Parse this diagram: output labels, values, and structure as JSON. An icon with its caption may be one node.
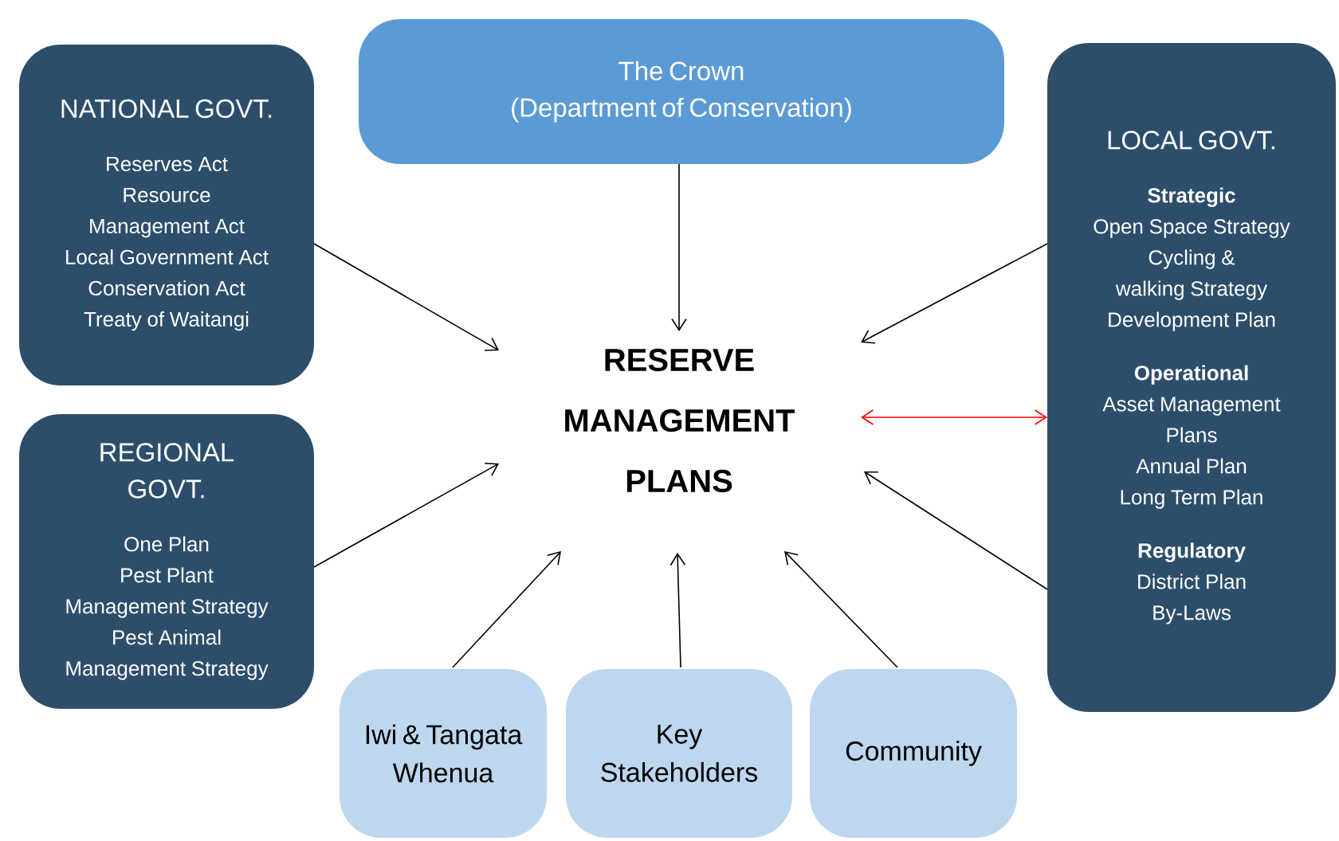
{
  "diagram": {
    "nodes": [
      {
        "text": [
          "NATIONAL GOVT.",
          "Reserves Act",
          "Resource Management Act",
          "Local Government Act",
          "Conservation Act",
          "Treaty of Waitangi"
        ]
      },
      {
        "text": [
          "The Crown",
          "(Department of Conservation)"
        ]
      },
      {
        "text": [
          "LOCAL GOVT.",
          "Strategic",
          "Open Space Strategy",
          "Cycling & walking Strategy",
          "Development Plan",
          "Operational",
          "Asset Management Plans",
          "Annual Plan",
          "Long Term Plan",
          "Regulatory",
          "District Plan",
          "By-Laws"
        ]
      },
      {
        "text": [
          "RESERVE MANAGEMENT PLANS"
        ]
      },
      {
        "text": [
          "REGIONAL GOVT.",
          "One Plan",
          "Pest Plant Management Strategy",
          "Pest Animal Management Strategy"
        ]
      },
      {
        "text": [
          "Iwi & Tangata Whenua"
        ]
      },
      {
        "text": [
          "Key Stakeholders"
        ]
      },
      {
        "text": [
          "Community"
        ]
      }
    ],
    "edges": [
      {
        "from": 0,
        "to": 3,
        "arrow": "to"
      },
      {
        "from": 1,
        "to": 3,
        "arrow": "to"
      },
      {
        "from": 2,
        "to": 3,
        "arrow": "to"
      },
      {
        "from": 3,
        "to": 2,
        "arrow": "both",
        "color": "#ff0000"
      },
      {
        "from": 4,
        "to": 3,
        "arrow": "to"
      },
      {
        "from": 2,
        "to": 3,
        "arrow": "to"
      },
      {
        "from": 5,
        "to": 3,
        "arrow": "to"
      },
      {
        "from": 6,
        "to": 3,
        "arrow": "to"
      },
      {
        "from": 7,
        "to": 3,
        "arrow": "to"
      }
    ]
  }
}
